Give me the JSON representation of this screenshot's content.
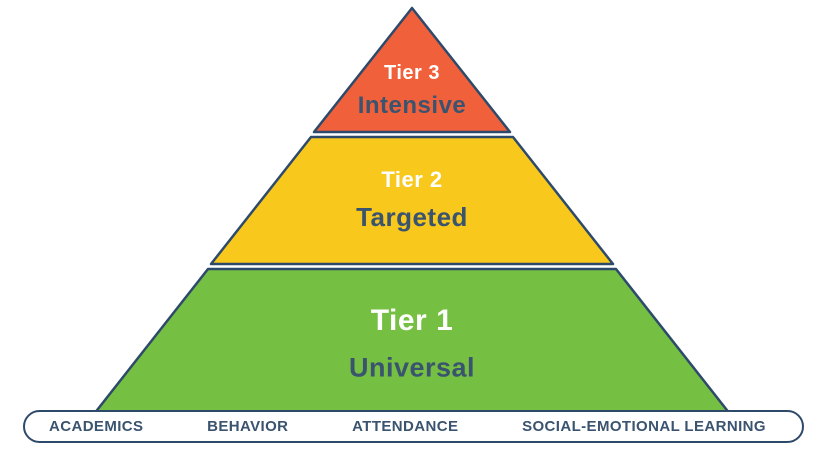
{
  "diagram": {
    "type": "tiered-pyramid",
    "tiers": [
      {
        "label": "Tier 3",
        "sublabel": "Intensive",
        "color": "#F0603A"
      },
      {
        "label": "Tier 2",
        "sublabel": "Targeted",
        "color": "#F8C81D"
      },
      {
        "label": "Tier 1",
        "sublabel": "Universal",
        "color": "#75BF42"
      }
    ],
    "footer_items": [
      {
        "label": "ACADEMICS"
      },
      {
        "label": "BEHAVIOR"
      },
      {
        "label": "ATTENDANCE"
      },
      {
        "label": "SOCIAL-EMOTIONAL LEARNING"
      }
    ],
    "colors": {
      "outline": "#2E4A6B",
      "text_navy": "#3A536F",
      "tier3_fill": "#F0603A",
      "tier2_fill": "#F8C81D",
      "tier1_fill": "#75BF42",
      "background": "#FFFFFF"
    }
  }
}
